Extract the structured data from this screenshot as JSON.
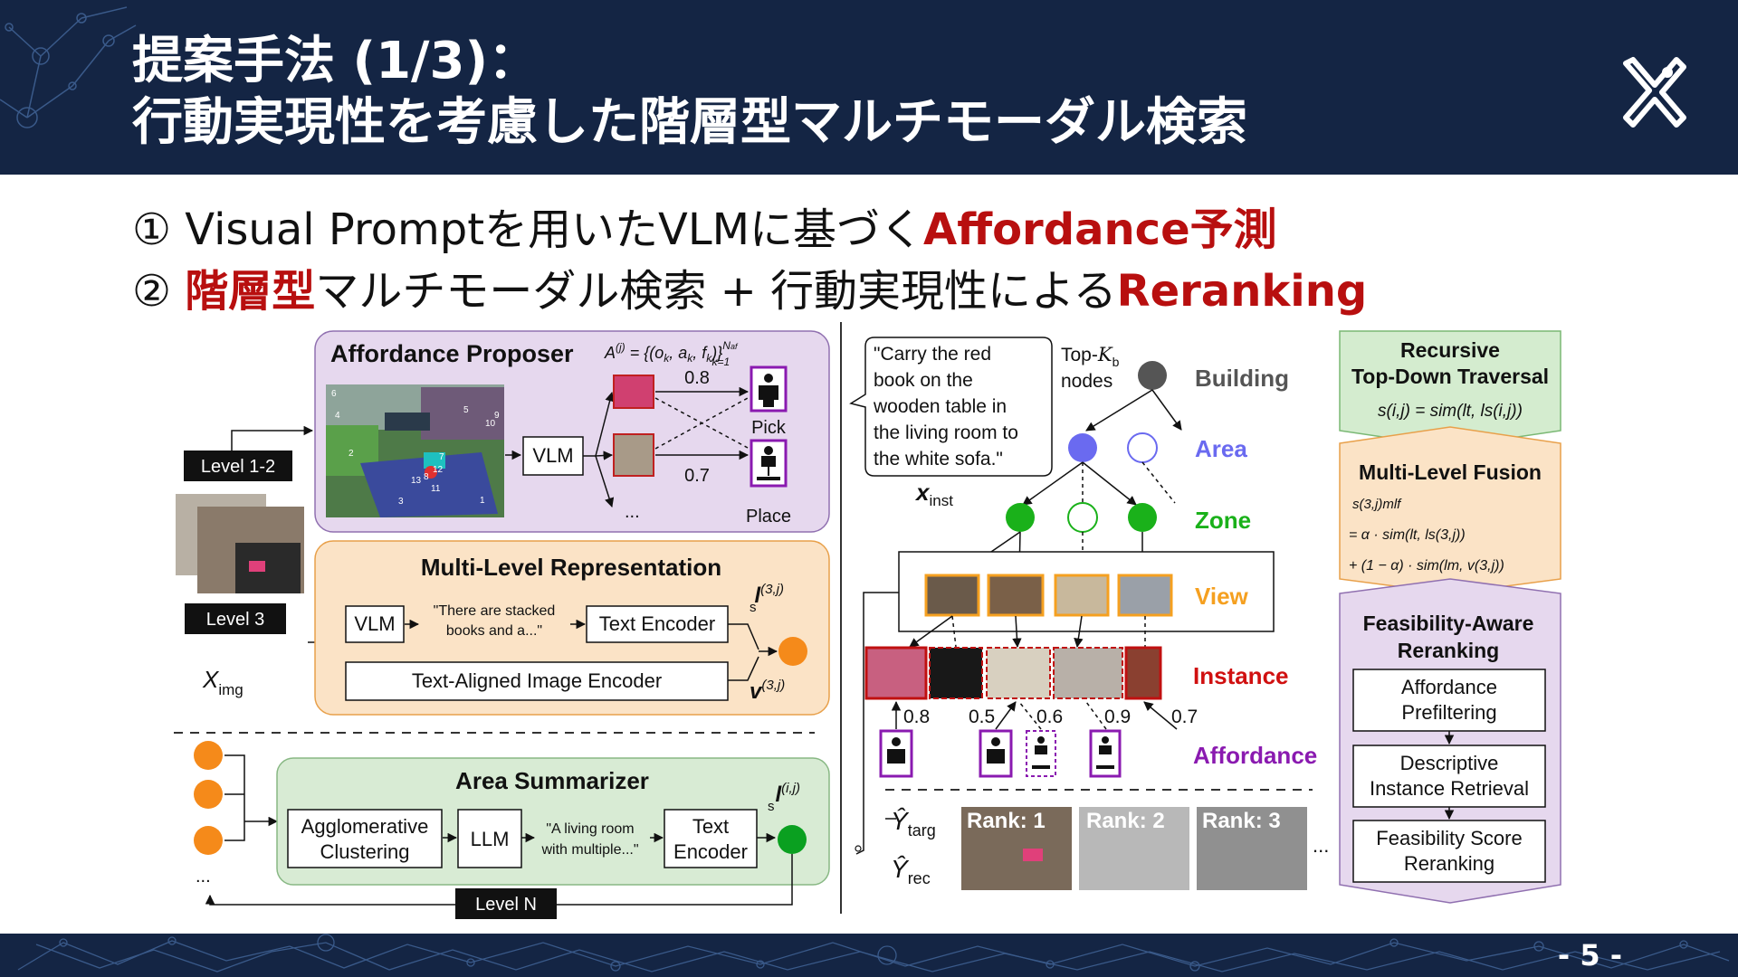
{
  "slide": {
    "title_line1": "提案手法 (1/3)：",
    "title_line2": "行動実現性を考慮した階層型マルチモーダル検索",
    "page_number": "- 5 -"
  },
  "bullets": [
    {
      "num": "①",
      "prefix": " Visual Promptを用いたVLMに基づく",
      "highlight": "Affordance予測"
    },
    {
      "num": "②",
      "highlight_prefix": "階層型",
      "middle": "マルチモーダル検索 + 行動実現性による",
      "highlight": "Reranking"
    }
  ],
  "left": {
    "affordance_proposer": {
      "title": "Affordance Proposer",
      "formula_main": "A",
      "formula_sup": "(j)",
      "formula_rest": " = {(o",
      "formula_k": "k",
      "formula_a": ", a",
      "formula_f": ", f",
      "formula_close": ")}",
      "formula_sup2": "N",
      "formula_sup2sub": "af",
      "formula_sub2": "k=1",
      "vlm": "VLM",
      "score_top": "0.8",
      "score_bottom": "0.7",
      "pick": "Pick",
      "place": "Place",
      "ellipsis": "...",
      "scene_marks": [
        "6",
        "4",
        "5",
        "9",
        "10",
        "2",
        "7",
        "12",
        "13",
        "11",
        "3",
        "1",
        "8"
      ]
    },
    "level_1_2": "Level 1-2",
    "level_3": "Level 3",
    "level_n": "Level N",
    "x_img_main": "X",
    "x_img_sub": "img",
    "multi_level": {
      "title": "Multi-Level Representation",
      "vlm": "VLM",
      "caption_l1": "\"There are stacked",
      "caption_l2": "books and a...\"",
      "text_encoder": "Text Encoder",
      "image_encoder": "Text-Aligned Image Encoder",
      "ls_main": "l",
      "ls_sub": "s",
      "ls_sup": "(3,j)",
      "v_main": "v",
      "v_sup": "(3,j)"
    },
    "area_summarizer": {
      "title": "Area Summarizer",
      "clustering_l1": "Agglomerative",
      "clustering_l2": "Clustering",
      "llm": "LLM",
      "caption_l1": "\"A living room",
      "caption_l2": "with multiple...\"",
      "text_l1": "Text",
      "text_l2": "Encoder",
      "ls_main": "l",
      "ls_sub": "s",
      "ls_sup": "(i,j)",
      "ellipsis": "..."
    }
  },
  "middle": {
    "instruction_lines": [
      "\"Carry the red",
      "book on the",
      "wooden table in",
      "the living room to",
      "the white sofa.\""
    ],
    "x_inst_main": "x",
    "x_inst_sub": "inst",
    "topk_l1": "Top-",
    "topk_k": "K",
    "topk_sub": "b",
    "topk_l2": "nodes",
    "levels": {
      "building": "Building",
      "area": "Area",
      "zone": "Zone",
      "view": "View",
      "instance": "Instance",
      "affordance": "Affordance"
    },
    "scores": [
      "0.8",
      "0.5",
      "0.6",
      "0.9",
      "0.7"
    ],
    "y_targ_main": "Ŷ",
    "y_targ_sub": "targ",
    "y_rec_main": "Ŷ",
    "y_rec_sub": "rec",
    "ranks": [
      "Rank: 1",
      "Rank: 2",
      "Rank: 3"
    ],
    "ellipsis": "...",
    "colors": {
      "building": "#555555",
      "area": "#6a6af0",
      "zone": "#1ab11a",
      "view": "#f5a020",
      "instance": "#d01010",
      "affordance": "#8a1ab0"
    }
  },
  "right": {
    "recursive_l1": "Recursive",
    "recursive_l2": "Top-Down Traversal",
    "recursive_formula": "s(i,j) = sim(lt, ls(i,j))",
    "fusion_title": "Multi-Level Fusion",
    "fusion_f1": "s(3,j)mlf",
    "fusion_f2": "= α · sim(lt, ls(3,j))",
    "fusion_f3": "+ (1 − α) · sim(lm, v(3,j))",
    "feasibility_l1": "Feasibility-Aware",
    "feasibility_l2": "Reranking",
    "steps": [
      [
        "Affordance",
        "Prefiltering"
      ],
      [
        "Descriptive",
        "Instance Retrieval"
      ],
      [
        "Feasibility Score",
        "Reranking"
      ]
    ]
  }
}
